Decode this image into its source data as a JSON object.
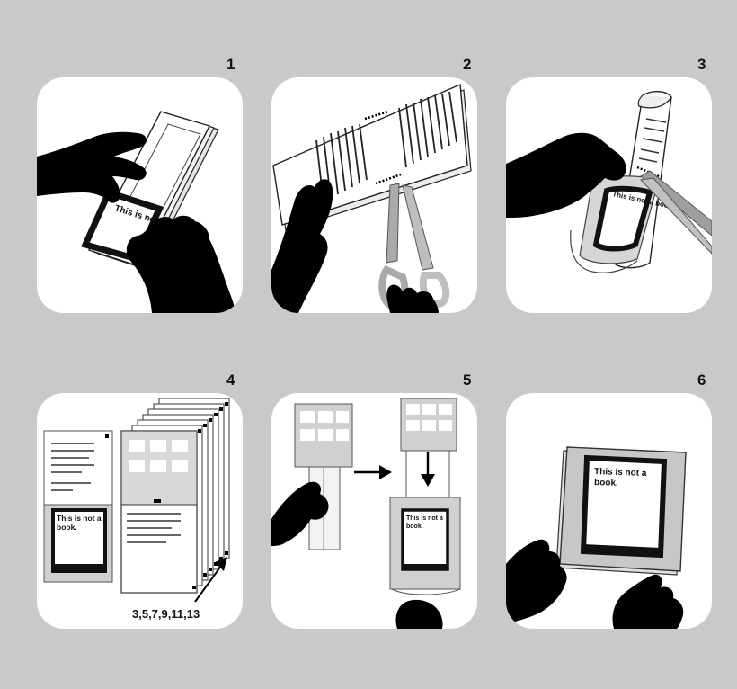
{
  "steps": [
    {
      "number": "1",
      "description": "peel-and-stick cover label onto folded pages",
      "cover_text": "This is not a book."
    },
    {
      "number": "2",
      "description": "cut along dotted lines with scissors"
    },
    {
      "number": "3",
      "description": "roll and wrap cover label around folded booklet",
      "cover_text": "This is not a book."
    },
    {
      "number": "4",
      "description": "stack pages for binding",
      "cover_text": "This is not a book.",
      "cover_text_line1": "This is not a",
      "cover_text_line2": "book.",
      "page_order": "3,5,7,9,11,13"
    },
    {
      "number": "5",
      "description": "insert folded sheet into cover",
      "cover_text": "This is not a book.",
      "cover_text_line1": "This is not a",
      "cover_text_line2": "book."
    },
    {
      "number": "6",
      "description": "finished booklet",
      "cover_text": "This is not a book.",
      "cover_text_line1": "This is not a",
      "cover_text_line2": "book."
    }
  ],
  "colors": {
    "background": "#c8c9cb",
    "panel": "#ffffff",
    "silhouette": "#000000",
    "cover_gray": "#c6c7c9"
  },
  "icons": [
    "hand-silhouette-icon",
    "scissors-icon",
    "arrow-right-icon",
    "arrow-down-icon",
    "arrow-diagonal-icon"
  ]
}
